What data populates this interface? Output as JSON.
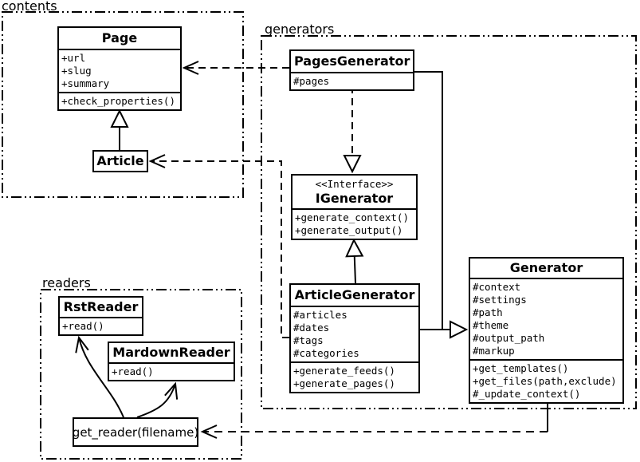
{
  "packages": {
    "contents": {
      "label": "contents"
    },
    "generators": {
      "label": "generators"
    },
    "readers": {
      "label": "readers"
    }
  },
  "classes": {
    "page": {
      "name": "Page",
      "attributes": [
        "+url",
        "+slug",
        "+summary"
      ],
      "methods": [
        "+check_properties()"
      ]
    },
    "article": {
      "name": "Article",
      "attributes": [],
      "methods": []
    },
    "pages_generator": {
      "name": "PagesGenerator",
      "attributes": [
        "#pages"
      ],
      "methods": []
    },
    "igenerator": {
      "stereotype": "<<Interface>>",
      "name": "IGenerator",
      "attributes": [],
      "methods": [
        "+generate_context()",
        "+generate_output()"
      ]
    },
    "article_generator": {
      "name": "ArticleGenerator",
      "attributes": [
        "#articles",
        "#dates",
        "#tags",
        "#categories"
      ],
      "methods": [
        "+generate_feeds()",
        "+generate_pages()"
      ]
    },
    "generator": {
      "name": "Generator",
      "attributes": [
        "#context",
        "#settings",
        "#path",
        "#theme",
        "#output_path",
        "#markup"
      ],
      "methods": [
        "+get_templates()",
        "+get_files(path,exclude)",
        "#_update_context()"
      ]
    },
    "rst_reader": {
      "name": "RstReader",
      "attributes": [],
      "methods": [
        "+read()"
      ]
    },
    "mardown_reader": {
      "name": "MardownReader",
      "attributes": [],
      "methods": [
        "+read()"
      ]
    },
    "get_reader": {
      "name": "get_reader(filename)"
    }
  },
  "relationships": [
    {
      "from": "Article",
      "to": "Page",
      "type": "generalization",
      "line": "solid"
    },
    {
      "from": "PagesGenerator",
      "to": "Page",
      "type": "dependency",
      "line": "dashed"
    },
    {
      "from": "ArticleGenerator",
      "to": "Article",
      "type": "dependency",
      "line": "dashed"
    },
    {
      "from": "PagesGenerator",
      "to": "IGenerator",
      "type": "realization",
      "line": "dashed"
    },
    {
      "from": "ArticleGenerator",
      "to": "IGenerator",
      "type": "generalization",
      "line": "solid"
    },
    {
      "from": "PagesGenerator",
      "to": "Generator",
      "type": "generalization",
      "line": "solid"
    },
    {
      "from": "ArticleGenerator",
      "to": "Generator",
      "type": "generalization",
      "line": "solid"
    },
    {
      "from": "Generator",
      "to": "get_reader(filename)",
      "type": "dependency",
      "line": "dashed"
    },
    {
      "from": "get_reader(filename)",
      "to": "RstReader",
      "type": "call-arrow",
      "line": "curved-solid"
    },
    {
      "from": "get_reader(filename)",
      "to": "MardownReader",
      "type": "call-arrow",
      "line": "curved-solid"
    }
  ],
  "colors": {
    "line": "#000000",
    "background": "#ffffff",
    "box_fill": "#ffffff",
    "text": "#000000"
  }
}
